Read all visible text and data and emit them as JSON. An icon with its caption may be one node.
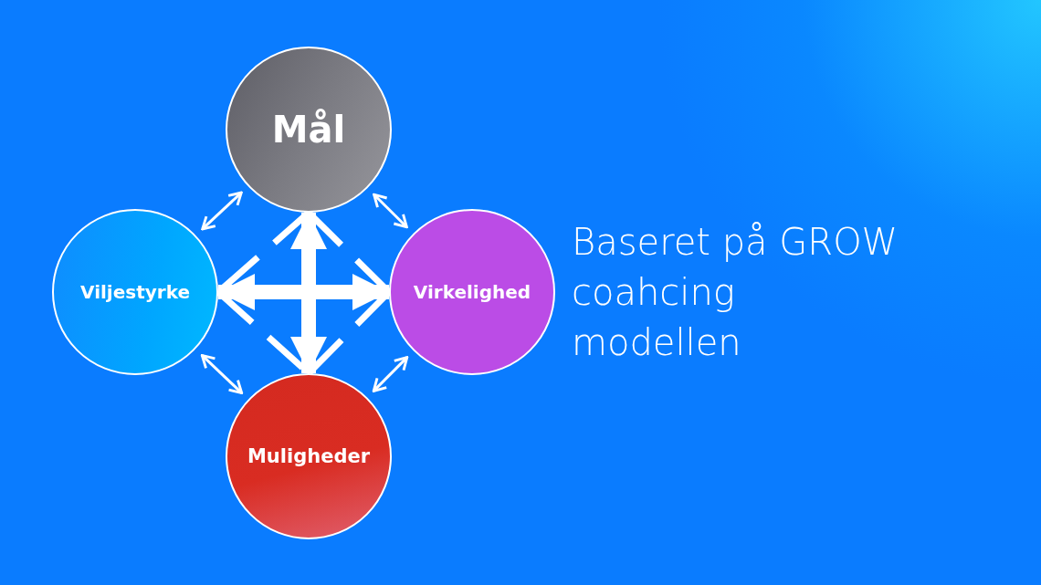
{
  "diagram": {
    "nodes": [
      {
        "text": [
          "Mål"
        ]
      },
      {
        "text": [
          "Viljestyrke"
        ]
      },
      {
        "text": [
          "Virkelighed"
        ]
      },
      {
        "text": [
          "Muligheder"
        ]
      }
    ],
    "edges": [
      {
        "from": 0,
        "to": 1,
        "arrow": "both"
      },
      {
        "from": 0,
        "to": 2,
        "arrow": "both"
      },
      {
        "from": 1,
        "to": 3,
        "arrow": "both"
      },
      {
        "from": 2,
        "to": 3,
        "arrow": "both"
      },
      {
        "from": 0,
        "to": 3,
        "arrow": "both",
        "style": "thick"
      },
      {
        "from": 1,
        "to": 2,
        "arrow": "both",
        "style": "thick"
      },
      {
        "from": 0,
        "to": 1,
        "arrow": "none",
        "style": "dashed"
      },
      {
        "from": 0,
        "to": 2,
        "arrow": "none",
        "style": "dashed"
      },
      {
        "from": 1,
        "to": 3,
        "arrow": "none",
        "style": "dashed"
      },
      {
        "from": 2,
        "to": 3,
        "arrow": "none",
        "style": "dashed"
      }
    ],
    "labels": [
      "Baseret på GROW coahcing modellen"
    ]
  }
}
